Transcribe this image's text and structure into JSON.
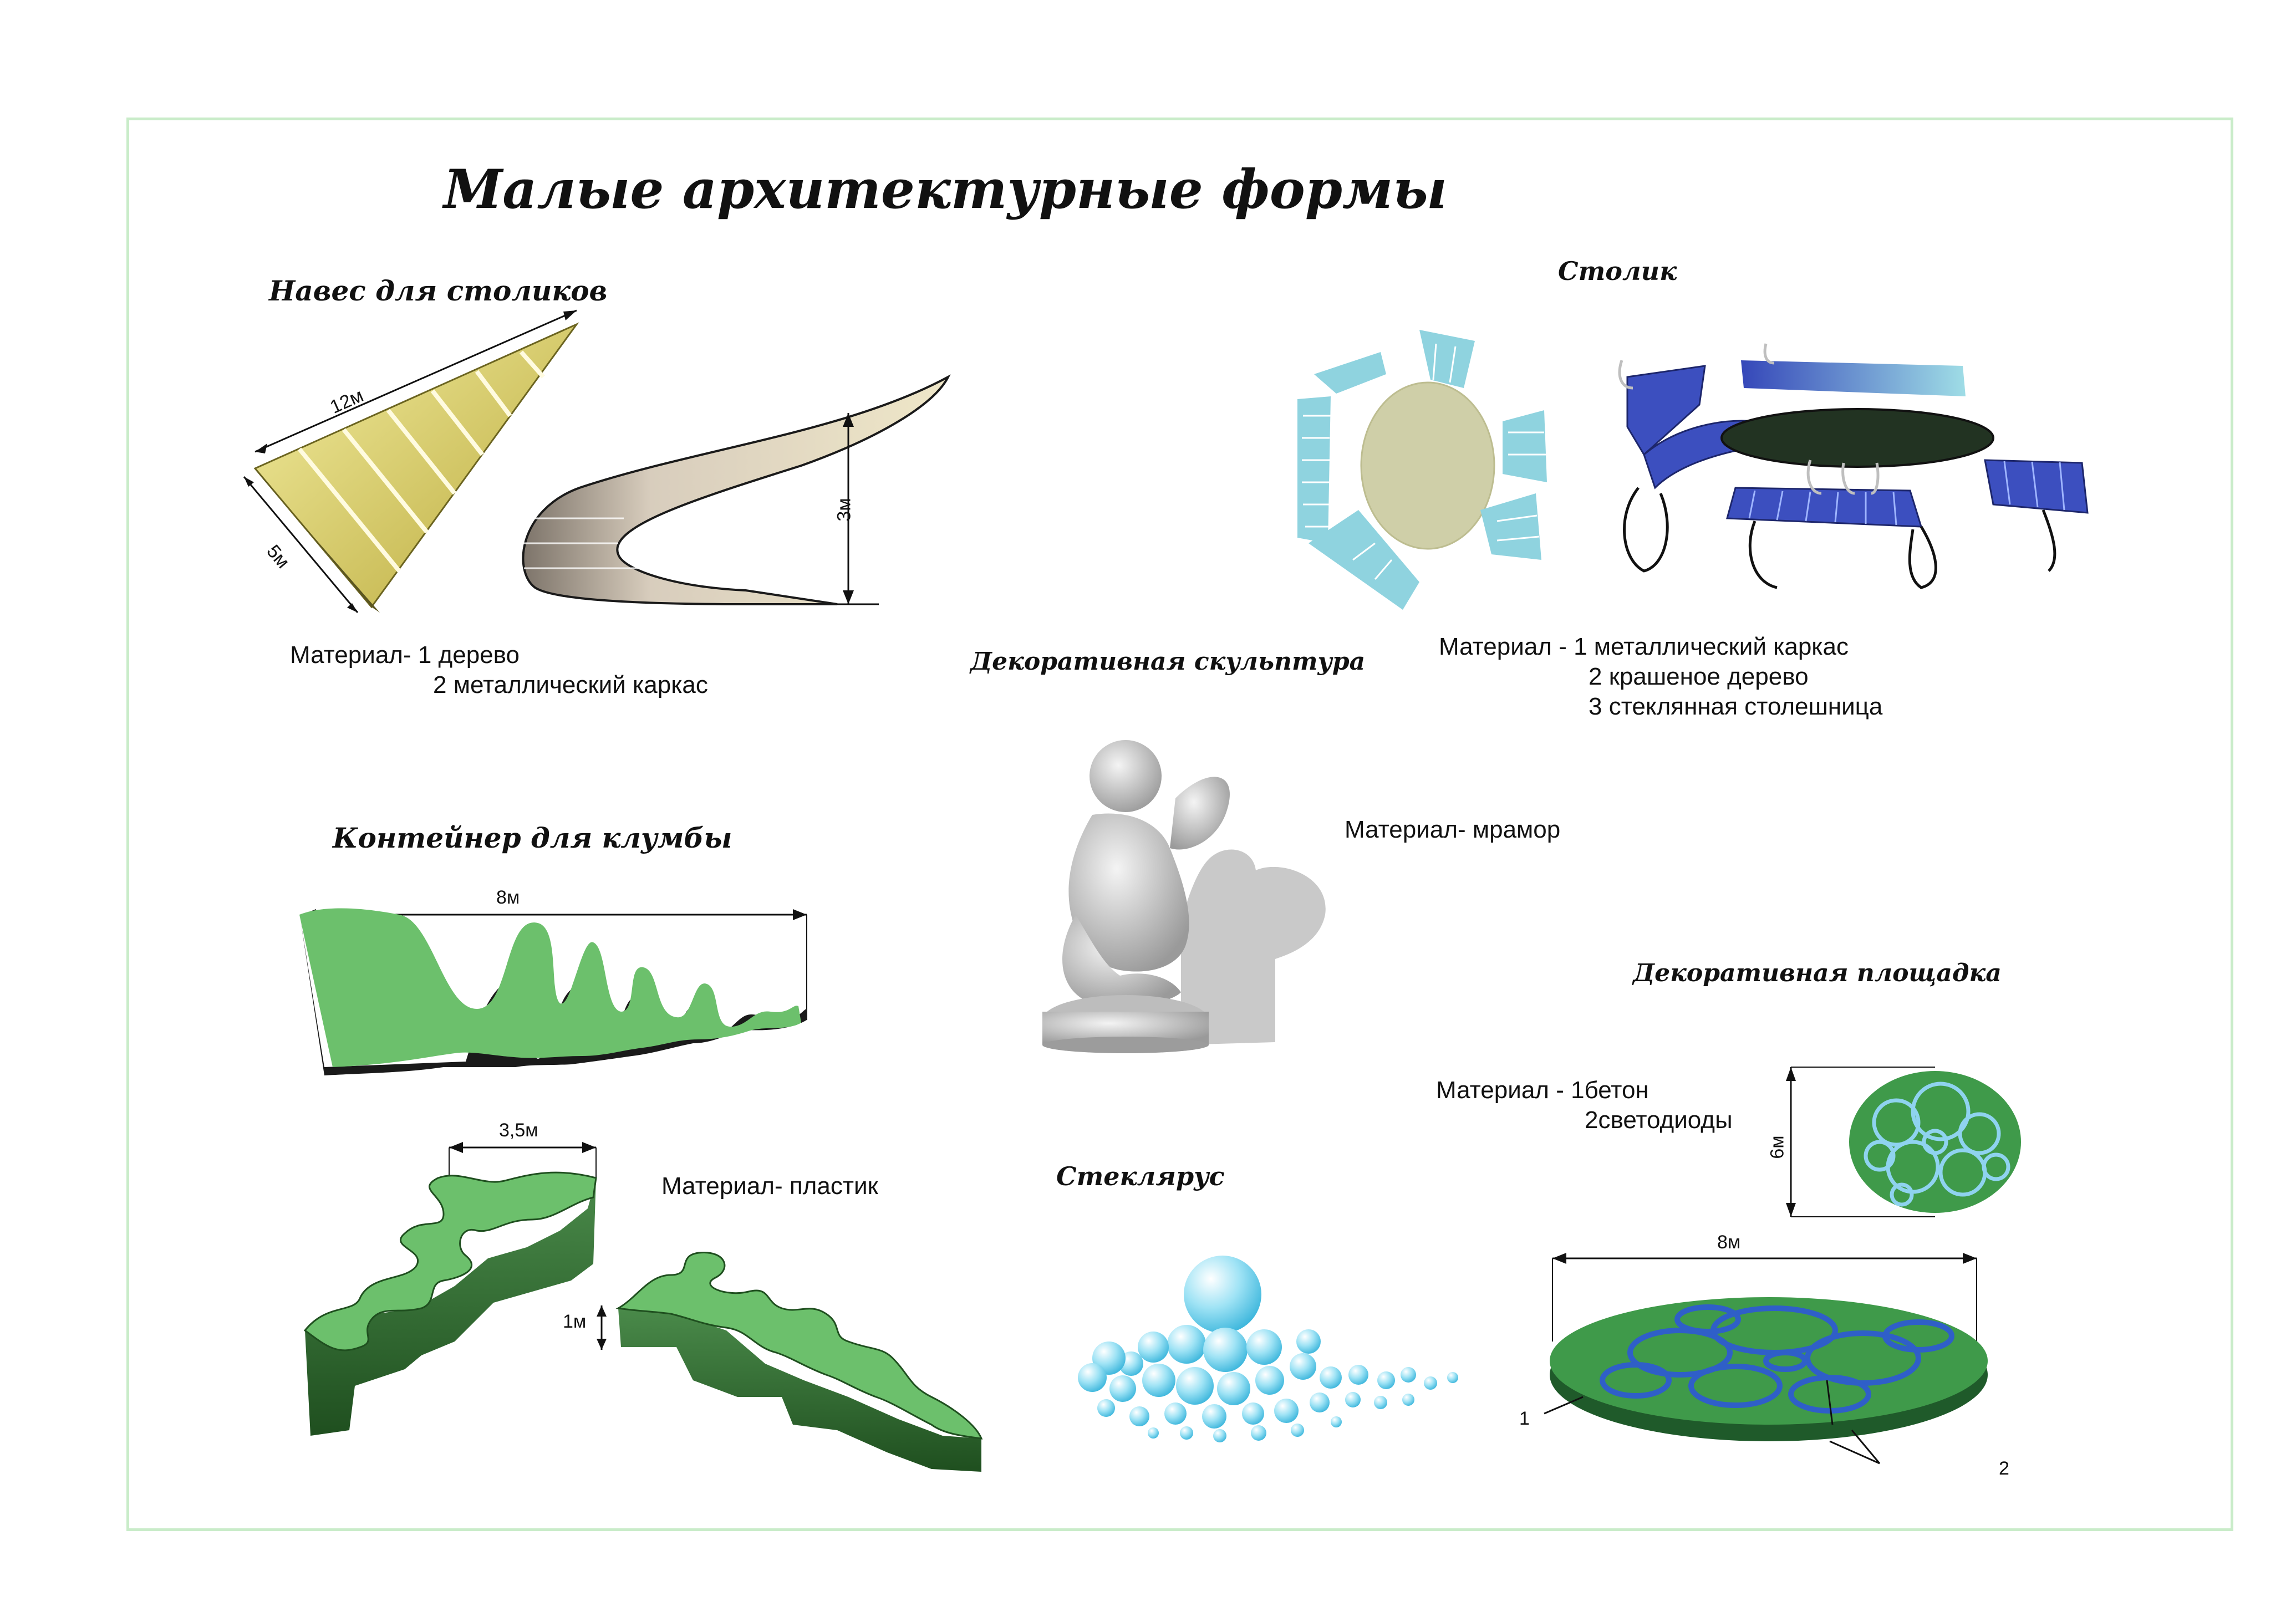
{
  "title": "Малые архитектурные формы",
  "sections": {
    "canopy": {
      "title": "Навес для столиков",
      "dims": {
        "length": "12м",
        "width": "5м",
        "height": "3м"
      },
      "material_label": "Материал-",
      "materials": [
        "1 дерево",
        "2 металлический каркас"
      ]
    },
    "table": {
      "title": "Столик",
      "material_label": "Материал -",
      "materials": [
        "1 металлический каркас",
        "2 крашеное дерево",
        "3 стеклянная столешница"
      ]
    },
    "sculpture": {
      "title": "Декоративная скульптура",
      "material": "Материал- мрамор"
    },
    "flowerbed": {
      "title": "Контейнер для клумбы",
      "dims": {
        "length": "8м",
        "width": "3,5м",
        "height": "1м"
      },
      "material": "Материал- пластик"
    },
    "glassbeads": {
      "title": "Стеклярус"
    },
    "platform": {
      "title": "Декоративная площадка",
      "material_label": "Материал -",
      "materials": [
        "1бетон",
        "2светодиоды"
      ],
      "dims": {
        "height": "6м",
        "width": "8м"
      },
      "callouts": [
        "1",
        "2"
      ]
    }
  },
  "colors": {
    "frame": "#c9ecc9",
    "canopy_wood": "#e8e08a",
    "flowerbed_green": "#6cc06c",
    "flowerbed_dark": "#2e5e2e",
    "bench_blue": "#3c4fbf",
    "table_cyan": "#8fd3df",
    "platform_green": "#3f9a4a",
    "platform_blue": "#2f5fc8"
  }
}
